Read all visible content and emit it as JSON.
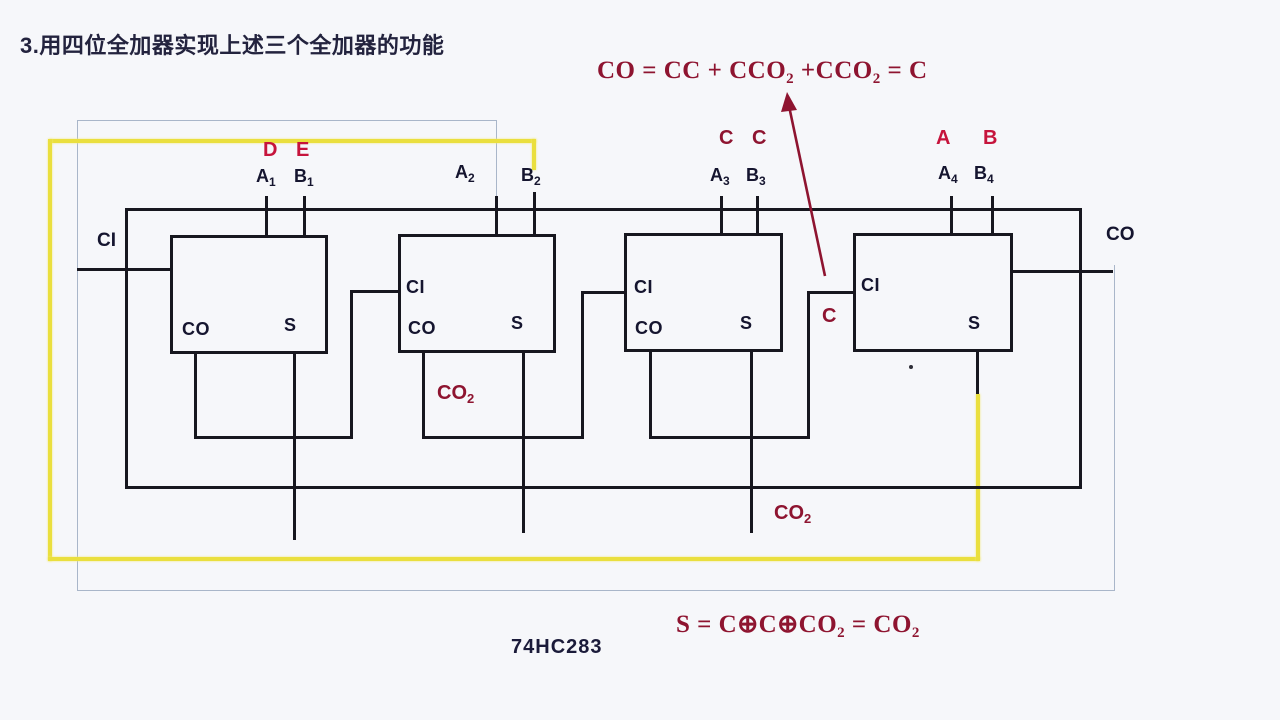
{
  "title": "3.用四位全加器实现上述三个全加器的功能",
  "chip_label": "74HC283",
  "external": {
    "ci": "CI",
    "co": "CO"
  },
  "pins": {
    "a1": {
      "base": "A",
      "sub": "1"
    },
    "b1": {
      "base": "B",
      "sub": "1"
    },
    "a2": {
      "base": "A",
      "sub": "2"
    },
    "b2": {
      "base": "B",
      "sub": "2"
    },
    "a3": {
      "base": "A",
      "sub": "3"
    },
    "b3": {
      "base": "B",
      "sub": "3"
    },
    "a4": {
      "base": "A",
      "sub": "4"
    },
    "b4": {
      "base": "B",
      "sub": "4"
    }
  },
  "red_marks": {
    "d": "D",
    "e": "E",
    "c1": "C",
    "c2": "C",
    "a": "A",
    "b": "B",
    "c_wire": "C"
  },
  "block_pins": {
    "fa1": {
      "co": "CO",
      "s": "S"
    },
    "fa2": {
      "ci": "CI",
      "co": "CO",
      "s": "S"
    },
    "fa3": {
      "ci": "CI",
      "co": "CO",
      "s": "S"
    },
    "fa4": {
      "ci": "CI",
      "s": "S"
    }
  },
  "wire_labels": {
    "co2_mid": {
      "base": "CO",
      "sub": "2"
    },
    "co2_bot": {
      "base": "CO",
      "sub": "2"
    }
  },
  "formulas": {
    "co": {
      "p1": "CO  =  CC + CCO",
      "s1": "2",
      "p2": " +CCO",
      "s2": "2",
      "p3": " = C"
    },
    "s": {
      "p1": "S  =  C⊕C⊕CO",
      "s1": "2",
      "p2": " = CO",
      "s2": "2"
    }
  },
  "colors": {
    "wire_black": "#17171f",
    "highlight_yellow": "#eadf3e",
    "maroon": "#8e1430",
    "crimson": "#c6143c",
    "navy_text": "#1b1b3a",
    "faint_frame": "#a9b6c9"
  }
}
